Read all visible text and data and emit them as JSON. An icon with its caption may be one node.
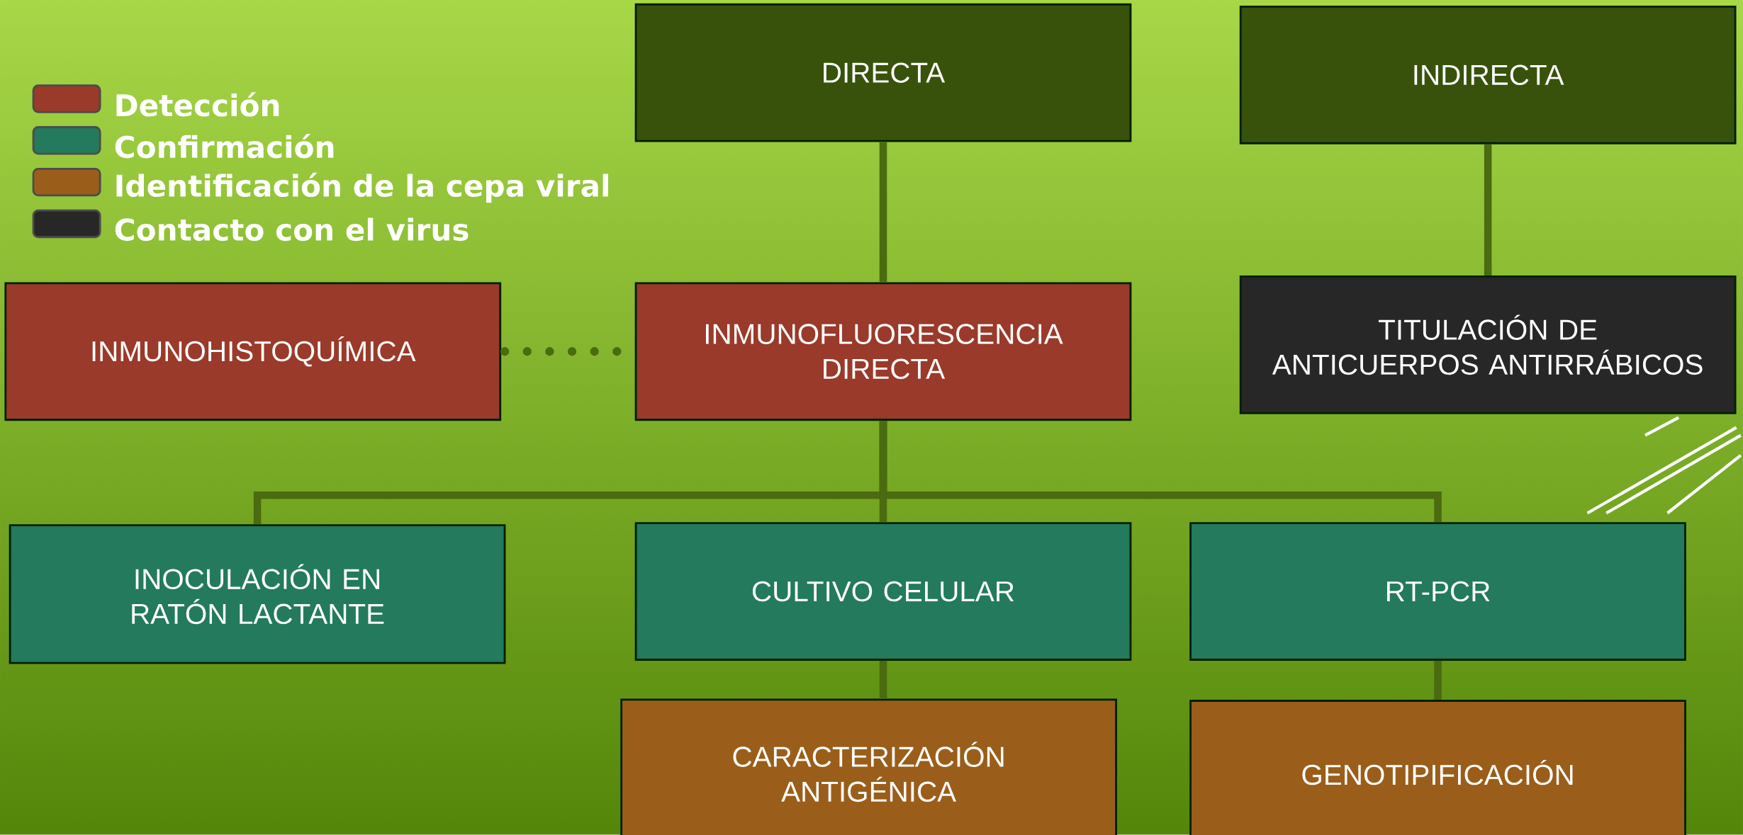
{
  "diagram": {
    "nodes": [
      {
        "text": [
          "DIRECTA"
        ]
      },
      {
        "text": [
          "INDIRECTA"
        ]
      },
      {
        "text": [
          "INMUNOHISTOQUÍMICA"
        ]
      },
      {
        "text": [
          "INMUNOFLUORESCENCIA DIRECTA"
        ]
      },
      {
        "text": [
          "TITULACIÓN DE ANTICUERPOS ANTIRRÁBICOS"
        ]
      },
      {
        "text": [
          "INOCULACIÓN EN RATÓN LACTANTE"
        ]
      },
      {
        "text": [
          "CULTIVO CELULAR"
        ]
      },
      {
        "text": [
          "RT-PCR"
        ]
      },
      {
        "text": [
          "CARACTERIZACIÓN ANTIGÉNICA"
        ]
      },
      {
        "text": [
          "GENOTIPIFICACIÓN"
        ]
      }
    ],
    "edges": [
      {
        "from": 0,
        "to": 3,
        "arrow": "none"
      },
      {
        "from": 1,
        "to": 4,
        "arrow": "none"
      },
      {
        "from": 2,
        "to": 3,
        "arrow": "none",
        "style": "dashed"
      },
      {
        "from": 3,
        "to": 5,
        "arrow": "none"
      },
      {
        "from": 3,
        "to": 6,
        "arrow": "none"
      },
      {
        "from": 3,
        "to": 7,
        "arrow": "none"
      },
      {
        "from": 6,
        "to": 8,
        "arrow": "none"
      },
      {
        "from": 7,
        "to": 9,
        "arrow": "none"
      }
    ],
    "legend": [
      {
        "text": "Detección",
        "color": "#9a3a2a"
      },
      {
        "text": "Confirmación",
        "color": "#237a5c"
      },
      {
        "text": "Identificación de la cepa viral",
        "color": "#9a5e1a"
      },
      {
        "text": "Contacto con el virus",
        "color": "#272727"
      }
    ]
  }
}
